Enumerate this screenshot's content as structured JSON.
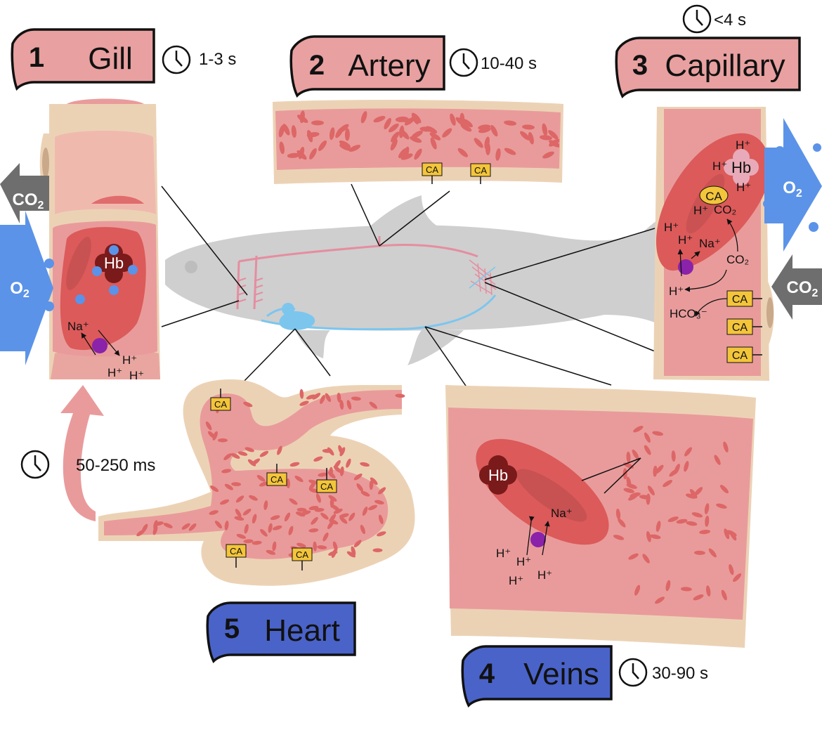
{
  "stages": [
    {
      "number": "1",
      "name": "Gill",
      "time": "1-3 s",
      "fill": "#e8a0a0"
    },
    {
      "number": "2",
      "name": "Artery",
      "time": "10-40 s",
      "fill": "#e8a0a0"
    },
    {
      "number": "3",
      "name": "Capillary",
      "time": "<4 s",
      "fill": "#e8a0a0"
    },
    {
      "number": "4",
      "name": "Veins",
      "time": "30-90 s",
      "fill": "#4a63c9"
    },
    {
      "number": "5",
      "name": "Heart",
      "time": "",
      "fill": "#4a63c9"
    }
  ],
  "transit_time": "50-250 ms",
  "gill": {
    "co2": "CO2",
    "o2": "O2",
    "hb": "Hb",
    "na": "Na⁺",
    "h1": "H⁺",
    "h2": "H⁺",
    "h3": "H⁺"
  },
  "artery": {
    "ca1": "CA",
    "ca2": "CA"
  },
  "capillary": {
    "o2": "O2",
    "co2": "CO2",
    "hb": "Hb",
    "h_top": "H⁺",
    "h_left": "H⁺",
    "h_bottom": "H⁺",
    "ca_oval": "CA",
    "h_ca": "H⁺",
    "co2_top": "CO₂",
    "h_a": "H⁺",
    "h_b": "H⁺",
    "na": "Na⁺",
    "co2_mid": "CO₂",
    "h_c": "H⁺",
    "hco3": "HCO₃⁻",
    "ca_box1": "CA",
    "ca_box2": "CA",
    "ca_box3": "CA"
  },
  "veins": {
    "hb": "Hb",
    "na": "Na⁺",
    "h1": "H⁺",
    "h2": "H⁺",
    "h3": "H⁺",
    "h4": "H⁺"
  },
  "heart": {
    "ca1": "CA",
    "ca2": "CA",
    "ca3": "CA",
    "ca4": "CA",
    "ca5": "CA"
  },
  "colors": {
    "blood": "#e99b9b",
    "vessel_wall": "#ecd2b5",
    "rbc": "#dd6666",
    "rbc_large": "#dc5a5a",
    "hb": "#7a1a1a",
    "oxygen": "#5b93e8",
    "co2_arrow": "#6e6e6e",
    "transporter": "#8a22aa",
    "ca_box": "#f3c53a",
    "artery_line": "#e58ea0",
    "vein_line": "#7cc6ee",
    "fish": "#cfcfcf"
  }
}
